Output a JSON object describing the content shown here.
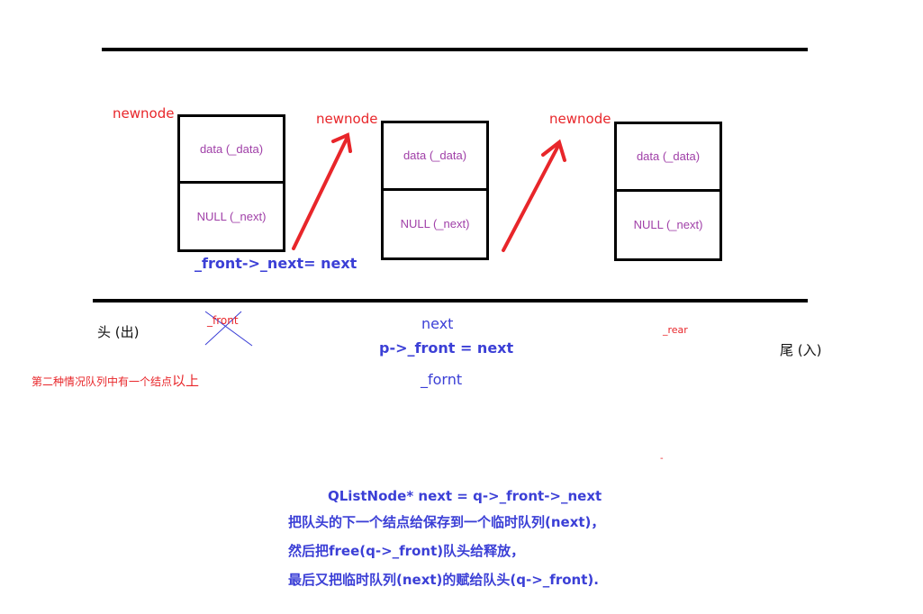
{
  "labels": {
    "newnode_1": "newnode",
    "newnode_2": "newnode",
    "newnode_3": "newnode",
    "front_next_expr": "_front->_next= next",
    "head": "头 (出)",
    "front_crossed": "_front",
    "next": "next",
    "p_front_expr": "p->_front = next",
    "rear": "_rear",
    "tail": "尾 (入)",
    "case_note_small": "第二种情况队列中有一个结点",
    "case_note_large": "以上",
    "fornt": "_fornt",
    "dash": "-"
  },
  "nodes": [
    {
      "data": "data (_data)",
      "next": "NULL (_next)"
    },
    {
      "data": "data (_data)",
      "next": "NULL (_next)"
    },
    {
      "data": "data (_data)",
      "next": "NULL (_next)"
    }
  ],
  "explanation": {
    "line1": "QListNode* next = q->_front->_next",
    "line2": "把队头的下一个结点给保存到一个临时队列(next)，",
    "line3": "然后把free(q->_front)队头给释放，",
    "line4": "最后又把临时队列(next)的赋给队头(q->_front)."
  },
  "colors": {
    "red": "#e8262a",
    "purple": "#a040a8",
    "blue": "#3b3fd6",
    "black": "#111111"
  }
}
